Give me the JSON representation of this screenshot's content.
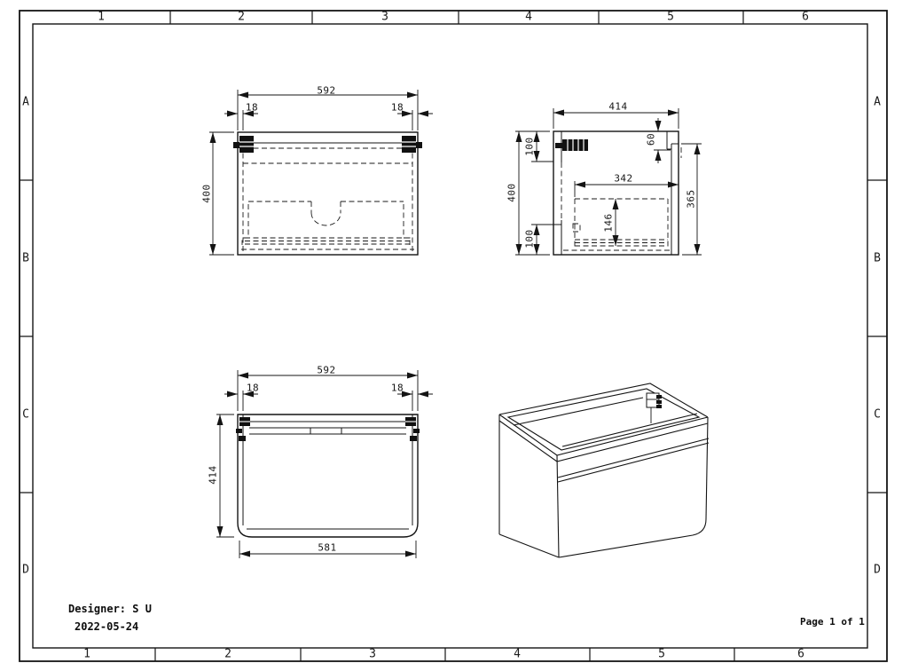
{
  "drawing": {
    "zones": {
      "columns": [
        "1",
        "2",
        "3",
        "4",
        "5",
        "6"
      ],
      "rows": [
        "A",
        "B",
        "C",
        "D"
      ]
    },
    "title_block": {
      "designer": "Designer: S U",
      "date": "2022-05-24",
      "page": "Page 1 of 1"
    },
    "views": {
      "front": {
        "dims": {
          "overall_width": "592",
          "left_thickness": "18",
          "right_thickness": "18",
          "overall_height": "400"
        }
      },
      "side": {
        "dims": {
          "overall_depth": "414",
          "hanger_offset": "100",
          "top_rail": "60",
          "drawer_depth": "342",
          "front_panel_height": "365",
          "drawer_height": "146",
          "bottom_offset": "100",
          "overall_height": "400"
        }
      },
      "top": {
        "dims": {
          "overall_width": "592",
          "left_thickness": "18",
          "right_thickness": "18",
          "overall_depth": "414",
          "front_width": "581"
        }
      }
    }
  }
}
